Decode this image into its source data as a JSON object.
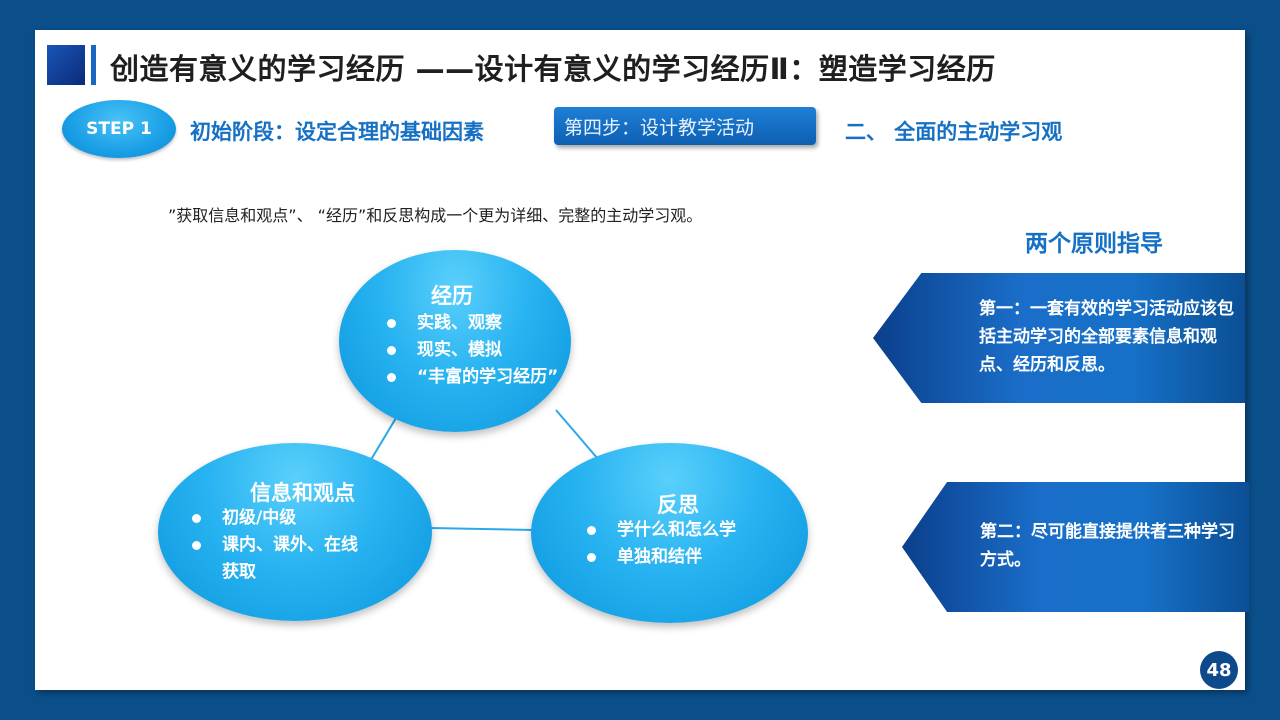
{
  "header": {
    "title": "创造有意义的学习经历 ——设计有意义的学习经历Ⅱ：塑造学习经历"
  },
  "step": {
    "badge": "STEP 1",
    "stage_label": "初始阶段：设定合理的基础因素",
    "step_box": "第四步：设计教学活动",
    "sub_heading": "二、 全面的主动学习观"
  },
  "intro": "”获取信息和观点”、 “经历”和反思构成一个更为详细、完整的主动学习观。",
  "diagram": {
    "top": {
      "title": "经历",
      "items": [
        "实践、观察",
        "现实、模拟",
        "“丰富的学习经历”"
      ]
    },
    "left": {
      "title": "信息和观点",
      "items": [
        "初级/中级",
        "课内、课外、在线"
      ],
      "continuation": "获取"
    },
    "right": {
      "title": "反思",
      "items": [
        "学什么和怎么学",
        "单独和结伴"
      ]
    }
  },
  "principles": {
    "title": "两个原则指导",
    "first": "第一：一套有效的学习活动应该包括主动学习的全部要素信息和观点、经历和反思。",
    "second": "第二：尽可能直接提供者三种学习方式。"
  },
  "page_number": "48",
  "colors": {
    "accent": "#1671c4",
    "bubble": "#28b3f1",
    "card": "#1a6ec9",
    "frame": "#0b4f8a"
  }
}
